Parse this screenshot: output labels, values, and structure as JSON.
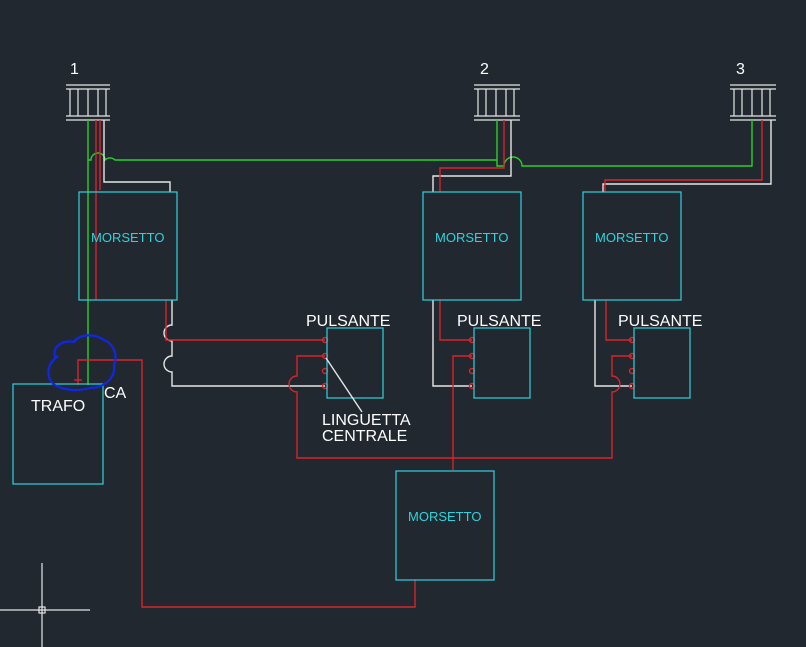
{
  "colors": {
    "background": "#212830",
    "boxes": "#2fd3dc",
    "phase_wire": "#d8242a",
    "neutral_wire": "#e6e6e6",
    "ground_wire": "#28d028",
    "highlight": "#1027e6"
  },
  "lamps": [
    {
      "number": "1"
    },
    {
      "number": "2"
    },
    {
      "number": "3"
    }
  ],
  "terminals": {
    "top_1": "MORSETTO",
    "top_2": "MORSETTO",
    "top_3": "MORSETTO",
    "bottom": "MORSETTO"
  },
  "pushbuttons": {
    "p1": "PULSANTE",
    "p2": "PULSANTE",
    "p3": "PULSANTE"
  },
  "annotation": {
    "line1": "LINGUETTA",
    "line2": "CENTRALE"
  },
  "transformer": {
    "label": "TRAFO",
    "output_label": "CA"
  }
}
